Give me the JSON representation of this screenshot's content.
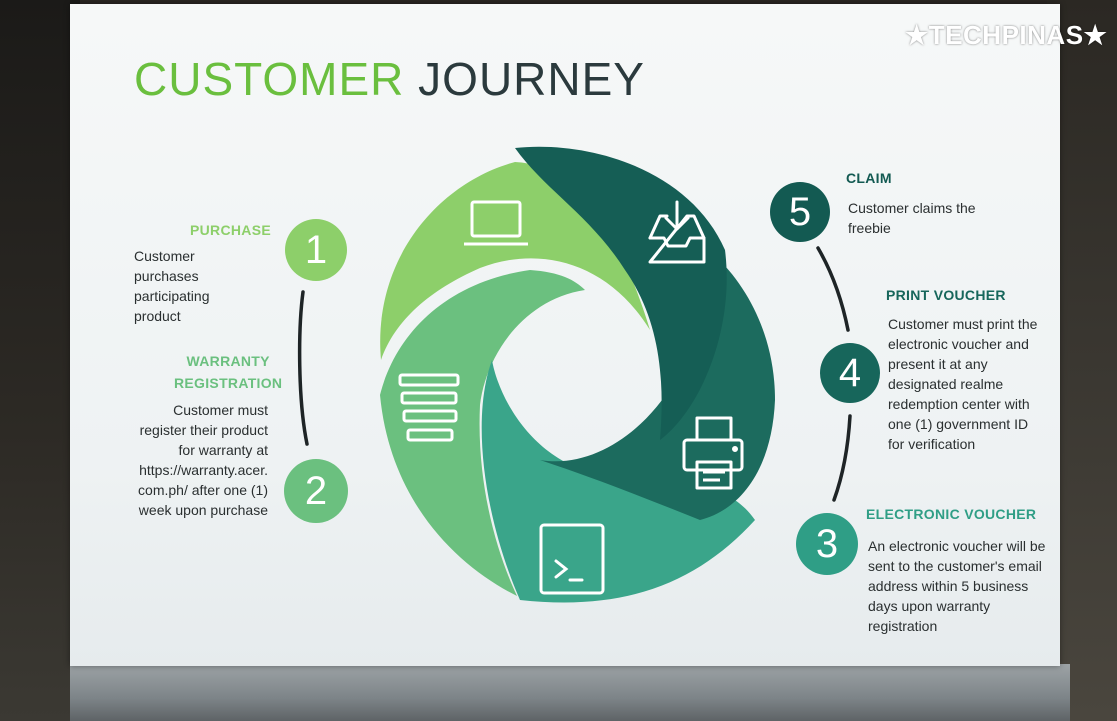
{
  "watermark": "★TECHPINAS★",
  "title": {
    "part1": "CUSTOMER",
    "part2": "JOURNEY"
  },
  "colors": {
    "green_accent": "#6abf3e",
    "light_green": "#8dcf6a",
    "mid_green": "#6bc07f",
    "teal": "#3aa58a",
    "dark_teal": "#1c6b5e",
    "deep_teal": "#155e55"
  },
  "steps": [
    {
      "number": "1",
      "label": "PURCHASE",
      "icon": "laptop-icon",
      "description": [
        "Customer",
        "purchases",
        "participating",
        "product"
      ]
    },
    {
      "number": "2",
      "label_lines": [
        "WARRANTY",
        "REGISTRATION"
      ],
      "icon": "form-lines-icon",
      "description": [
        "Customer must",
        "register their product",
        "for warranty at",
        "https://warranty.acer.",
        "com.ph/ after one (1)",
        "week upon purchase"
      ]
    },
    {
      "number": "3",
      "label": "ELECTRONIC VOUCHER",
      "icon": "terminal-icon",
      "description": [
        "An electronic voucher will be",
        "sent to the customer's email",
        "address within 5 business",
        "days upon warranty",
        "registration"
      ]
    },
    {
      "number": "4",
      "label": "PRINT VOUCHER",
      "icon": "printer-icon",
      "description": [
        "Customer must print the",
        "electronic voucher and",
        "present it at any",
        "designated realme",
        "redemption center with",
        "one (1) government ID",
        "for verification"
      ]
    },
    {
      "number": "5",
      "label": "CLAIM",
      "icon": "inbox-download-icon",
      "description": [
        "Customer claims the",
        "freebie"
      ]
    }
  ]
}
